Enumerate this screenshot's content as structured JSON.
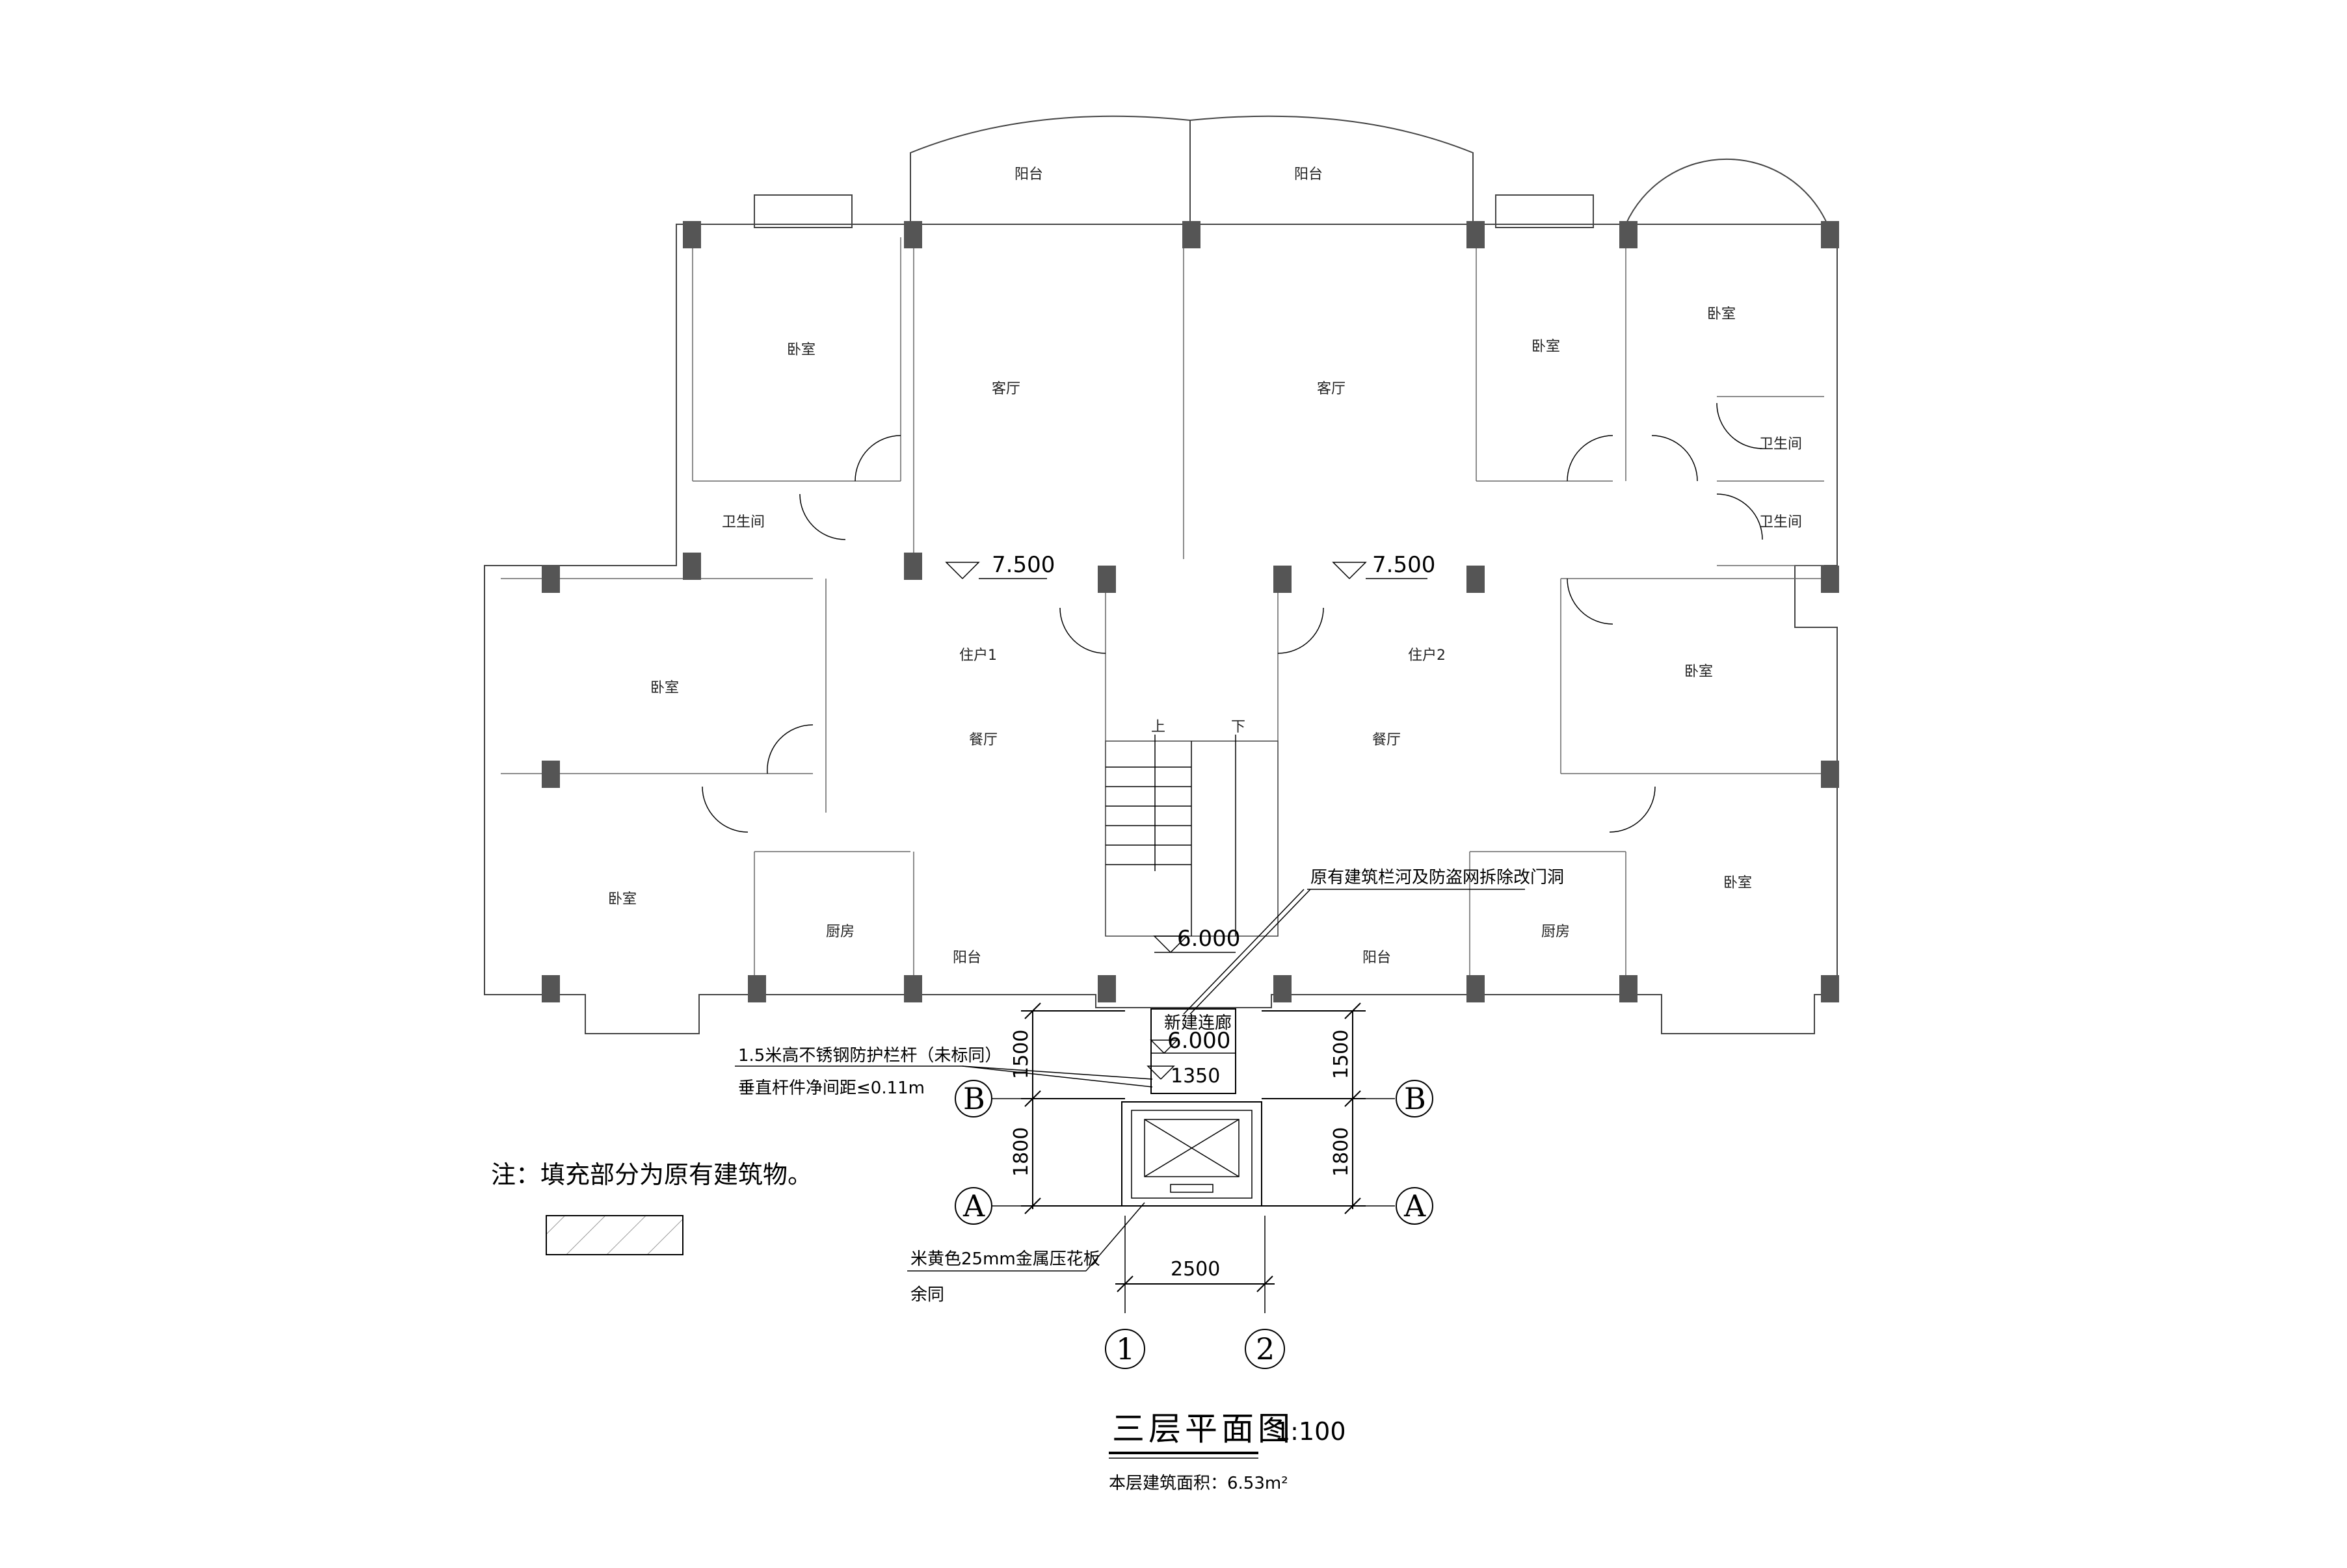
{
  "rooms": {
    "balcony_top_left": "阳台",
    "balcony_top_right": "阳台",
    "bedroom_1": "卧室",
    "living_1": "客厅",
    "living_2": "客厅",
    "bedroom_2": "卧室",
    "bedroom_3": "卧室",
    "bath_1": "卫生间",
    "bath_2": "卫生间",
    "bath_3": "卫生间",
    "unit_1": "住户1",
    "unit_2": "住户2",
    "bedroom_4": "卧室",
    "dining_1": "餐厅",
    "dining_2": "餐厅",
    "bedroom_5": "卧室",
    "bedroom_6": "卧室",
    "kitchen_1": "厨房",
    "kitchen_2": "厨房",
    "balcony_bottom_1": "阳台",
    "balcony_bottom_2": "阳台",
    "bedroom_7": "卧室",
    "stair_up": "上",
    "stair_down": "下"
  },
  "elevations": {
    "unit1": "7.500",
    "unit2": "7.500",
    "stair": "6.000",
    "corridor": "6.000"
  },
  "annotations": {
    "remove_railing": "原有建筑栏河及防盗网拆除改门洞",
    "new_corridor": "新建连廊",
    "corridor_width": "1350",
    "railing_line1": "1.5米高不锈钢防护栏杆（未标同）",
    "railing_line2": "垂直杆件净间距≤0.11m",
    "panel_line1": "米黄色25mm金属压花板",
    "panel_line2": "余同"
  },
  "dimensions": {
    "left_top": "1500",
    "left_bottom": "1800",
    "right_top": "1500",
    "right_bottom": "1800",
    "bottom": "2500"
  },
  "axes": {
    "b_left": "B",
    "b_right": "B",
    "a_left": "A",
    "a_right": "A",
    "one": "1",
    "two": "2"
  },
  "legend": {
    "note": "注：填充部分为原有建筑物。"
  },
  "title_block": {
    "title": "三层平面图",
    "scale": "1:100",
    "area": "本层建筑面积：6.53m²"
  }
}
